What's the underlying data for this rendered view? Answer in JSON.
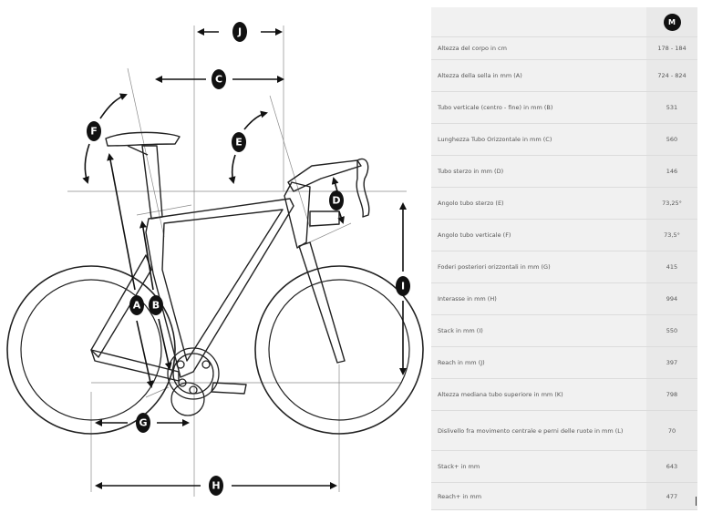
{
  "diagram": {
    "labels": {
      "A": "A",
      "B": "B",
      "C": "C",
      "D": "D",
      "E": "E",
      "F": "F",
      "G": "G",
      "H": "H",
      "I": "I",
      "J": "J"
    }
  },
  "table": {
    "size": "M",
    "rows": [
      {
        "label": "Altezza del corpo in cm",
        "value": "178 - 184"
      },
      {
        "label": "Altezza della sella in mm (A)",
        "value": "724 - 824"
      },
      {
        "label": "Tubo verticale (centro - fine) in mm (B)",
        "value": "531"
      },
      {
        "label": "Lunghezza Tubo Orizzontale in mm (C)",
        "value": "560"
      },
      {
        "label": "Tubo sterzo in mm (D)",
        "value": "146"
      },
      {
        "label": "Angolo tubo sterzo (E)",
        "value": "73,25°"
      },
      {
        "label": "Angolo tubo verticale (F)",
        "value": "73,5°"
      },
      {
        "label": "Foderi posteriori orizzontali in mm (G)",
        "value": "415"
      },
      {
        "label": "Interasse in mm (H)",
        "value": "994"
      },
      {
        "label": "Stack in mm (I)",
        "value": "550"
      },
      {
        "label": "Reach in mm (J)",
        "value": "397"
      },
      {
        "label": "Altezza mediana tubo superiore in mm (K)",
        "value": "798"
      },
      {
        "label": "Dislivello fra movimento centrale e perni delle ruote in mm (L)",
        "value": "70"
      },
      {
        "label": "Stack+ in mm",
        "value": "643"
      },
      {
        "label": "Reach+ in mm",
        "value": "477"
      }
    ]
  }
}
